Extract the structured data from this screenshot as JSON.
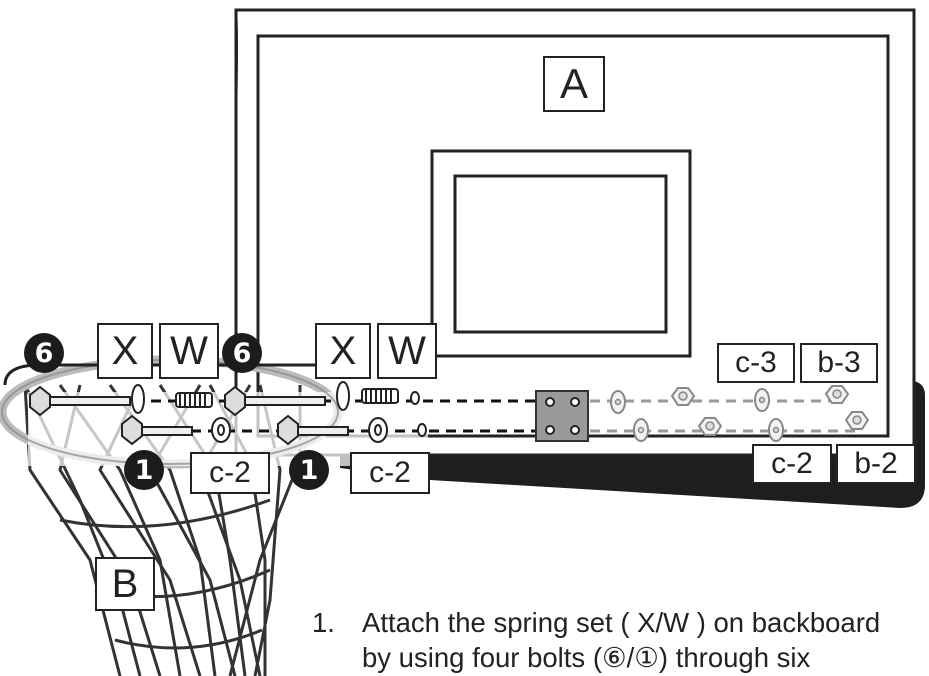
{
  "labels": {
    "backboard": "A",
    "rim": "B",
    "x": "X",
    "w": "W",
    "c2": "c-2",
    "c3": "c-3",
    "b2": "b-2",
    "b3": "b-3"
  },
  "callouts": {
    "six": "6",
    "one": "1"
  },
  "instruction": {
    "number": "1.",
    "line1": "Attach the spring set ( X/W ) on backboard",
    "line2": "by  using  four  bolts  (⑥/①)  through  six"
  }
}
